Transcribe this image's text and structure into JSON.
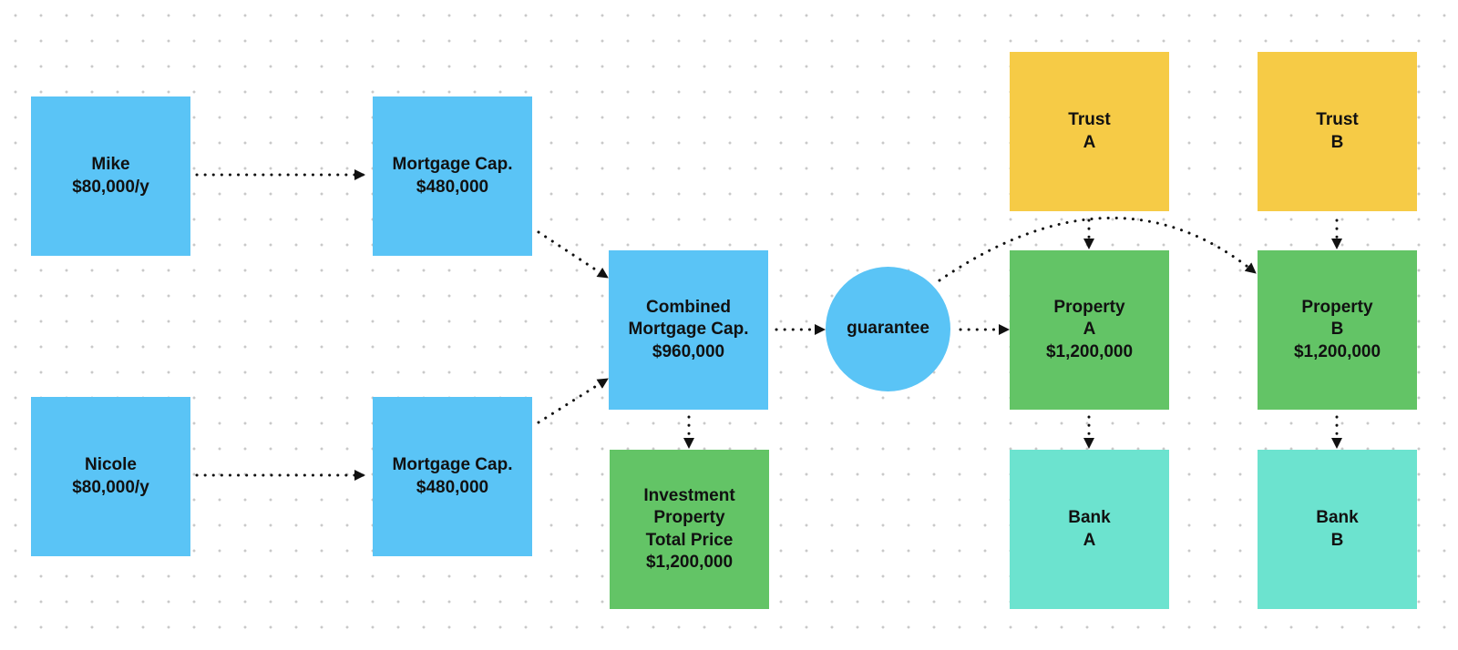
{
  "colors": {
    "person": "#5ac4f6",
    "property": "#63c466",
    "trust": "#f6cb46",
    "bank": "#6ce3cf",
    "connector": "#111111"
  },
  "nodes": {
    "mike": {
      "line1": "Mike",
      "line2": "$80,000/y"
    },
    "nicole": {
      "line1": "Nicole",
      "line2": "$80,000/y"
    },
    "mortgage_mike": {
      "line1": "Mortgage Cap.",
      "line2": "$480,000"
    },
    "mortgage_nicole": {
      "line1": "Mortgage Cap.",
      "line2": "$480,000"
    },
    "combined": {
      "line1": "Combined",
      "line2": "Mortgage Cap.",
      "line3": "$960,000"
    },
    "investment": {
      "line1": "Investment",
      "line2": "Property",
      "line3": "Total Price",
      "line4": "$1,200,000"
    },
    "guarantee": {
      "label": "guarantee"
    },
    "trust_a": {
      "line1": "Trust",
      "line2": "A"
    },
    "trust_b": {
      "line1": "Trust",
      "line2": "B"
    },
    "property_a": {
      "line1": "Property",
      "line2": "A",
      "line3": "$1,200,000"
    },
    "property_b": {
      "line1": "Property",
      "line2": "B",
      "line3": "$1,200,000"
    },
    "bank_a": {
      "line1": "Bank",
      "line2": "A"
    },
    "bank_b": {
      "line1": "Bank",
      "line2": "B"
    }
  },
  "edges": [
    {
      "from": "mike",
      "to": "mortgage_mike"
    },
    {
      "from": "nicole",
      "to": "mortgage_nicole"
    },
    {
      "from": "mortgage_mike",
      "to": "combined"
    },
    {
      "from": "mortgage_nicole",
      "to": "combined"
    },
    {
      "from": "combined",
      "to": "guarantee"
    },
    {
      "from": "combined",
      "to": "investment"
    },
    {
      "from": "guarantee",
      "to": "property_a"
    },
    {
      "from": "guarantee",
      "to": "property_b"
    },
    {
      "from": "trust_a",
      "to": "property_a"
    },
    {
      "from": "trust_b",
      "to": "property_b"
    },
    {
      "from": "property_a",
      "to": "bank_a"
    },
    {
      "from": "property_b",
      "to": "bank_b"
    }
  ]
}
